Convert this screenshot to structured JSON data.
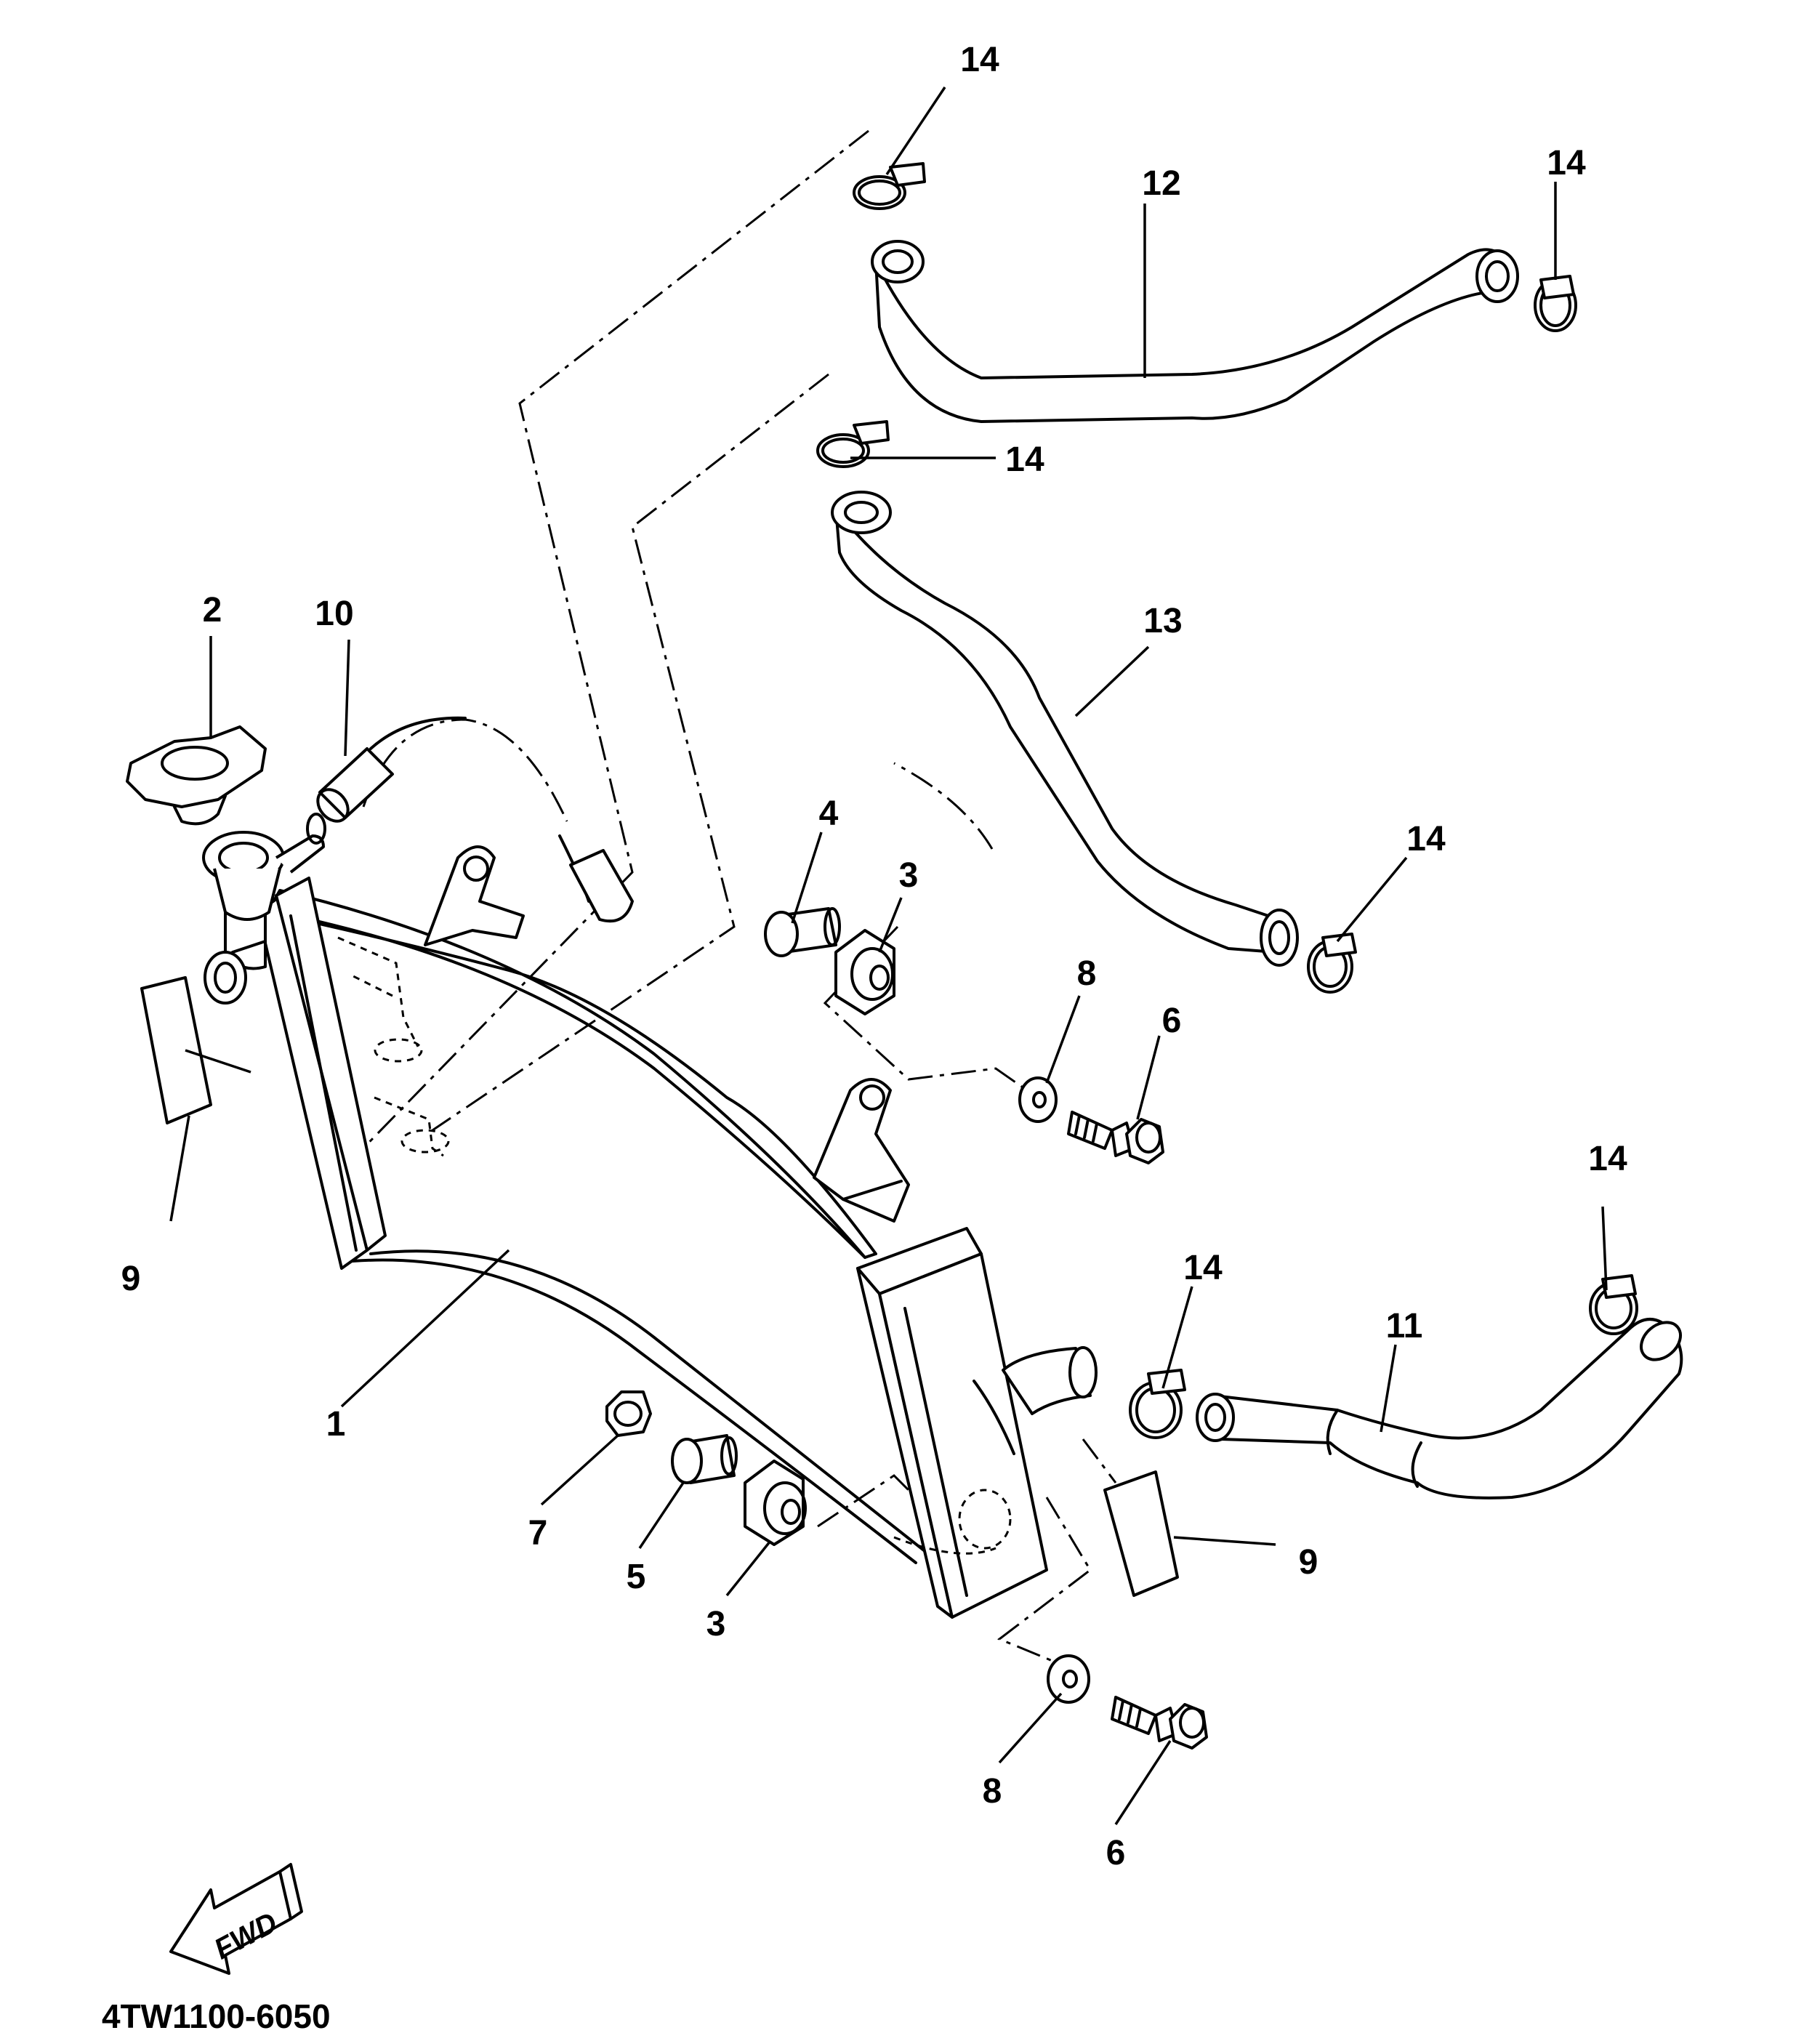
{
  "diagram_code": "4TW1100-6050",
  "fwd_label": "FWD",
  "callouts": {
    "c1": "1",
    "c2": "2",
    "c3a": "3",
    "c3b": "3",
    "c4": "4",
    "c5": "5",
    "c6a": "6",
    "c6b": "6",
    "c7": "7",
    "c8a": "8",
    "c8b": "8",
    "c9a": "9",
    "c9b": "9",
    "c10": "10",
    "c11": "11",
    "c12": "12",
    "c13": "13",
    "c14a": "14",
    "c14b": "14",
    "c14c": "14",
    "c14d": "14",
    "c14e": "14",
    "c14f": "14"
  }
}
